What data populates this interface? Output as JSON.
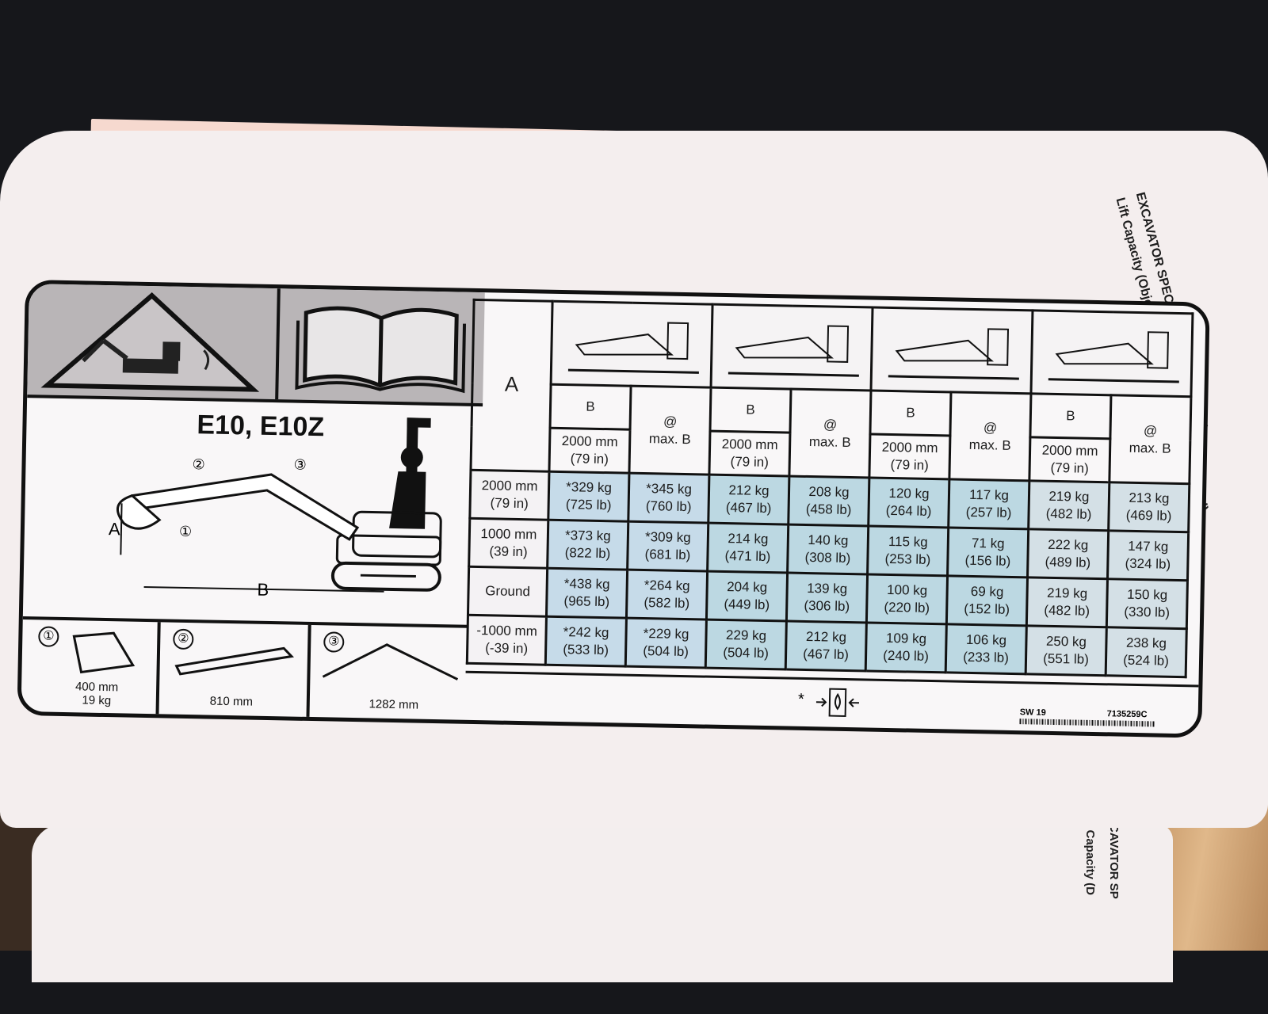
{
  "header": {
    "line1": "EXCAVATOR SPECIFICATIONS (CONT'D)",
    "line2": "Lift Capacity (Object Handling Applications Excluded)"
  },
  "lower_page": {
    "line1": "EXCAVATOR SP",
    "line2": "Lift Capacity (D"
  },
  "label": {
    "model": "E10, E10Z",
    "dim_a": "A",
    "dim_b": "B",
    "callouts": [
      "①",
      "②",
      "③"
    ],
    "attachments": [
      {
        "num": "①",
        "dim": "400 mm",
        "weight": "19 kg"
      },
      {
        "num": "②",
        "dim": "810 mm"
      },
      {
        "num": "③",
        "dim": "1282 mm"
      }
    ],
    "footer": {
      "star": "*",
      "code_left": "SW 19",
      "code_right": "7135259C"
    }
  },
  "table": {
    "col_a": "A",
    "col_b": "B",
    "max_at": "@",
    "max_b": "max. B",
    "b_mm": "2000 mm",
    "b_in": "(79 in)",
    "rows": [
      {
        "mm": "2000 mm",
        "in": "(79 in)",
        "cells": [
          [
            "*329 kg",
            "(725 lb)"
          ],
          [
            "*345 kg",
            "(760 lb)"
          ],
          [
            "212 kg",
            "(467 lb)"
          ],
          [
            "208 kg",
            "(458 lb)"
          ],
          [
            "120 kg",
            "(264 lb)"
          ],
          [
            "117 kg",
            "(257 lb)"
          ],
          [
            "219 kg",
            "(482 lb)"
          ],
          [
            "213 kg",
            "(469 lb)"
          ]
        ]
      },
      {
        "mm": "1000 mm",
        "in": "(39 in)",
        "cells": [
          [
            "*373 kg",
            "(822 lb)"
          ],
          [
            "*309 kg",
            "(681 lb)"
          ],
          [
            "214 kg",
            "(471 lb)"
          ],
          [
            "140 kg",
            "(308 lb)"
          ],
          [
            "115 kg",
            "(253 lb)"
          ],
          [
            "71 kg",
            "(156 lb)"
          ],
          [
            "222 kg",
            "(489 lb)"
          ],
          [
            "147 kg",
            "(324 lb)"
          ]
        ]
      },
      {
        "mm": "Ground",
        "in": "",
        "cells": [
          [
            "*438 kg",
            "(965 lb)"
          ],
          [
            "*264 kg",
            "(582 lb)"
          ],
          [
            "204 kg",
            "(449 lb)"
          ],
          [
            "139 kg",
            "(306 lb)"
          ],
          [
            "100 kg",
            "(220 lb)"
          ],
          [
            "69 kg",
            "(152 lb)"
          ],
          [
            "219 kg",
            "(482 lb)"
          ],
          [
            "150 kg",
            "(330 lb)"
          ]
        ]
      },
      {
        "mm": "-1000 mm",
        "in": "(-39 in)",
        "cells": [
          [
            "*242 kg",
            "(533 lb)"
          ],
          [
            "*229 kg",
            "(504 lb)"
          ],
          [
            "229 kg",
            "(504 lb)"
          ],
          [
            "212 kg",
            "(467 lb)"
          ],
          [
            "109 kg",
            "(240 lb)"
          ],
          [
            "106 kg",
            "(233 lb)"
          ],
          [
            "250 kg",
            "(551 lb)"
          ],
          [
            "238 kg",
            "(524 lb)"
          ]
        ]
      }
    ]
  }
}
